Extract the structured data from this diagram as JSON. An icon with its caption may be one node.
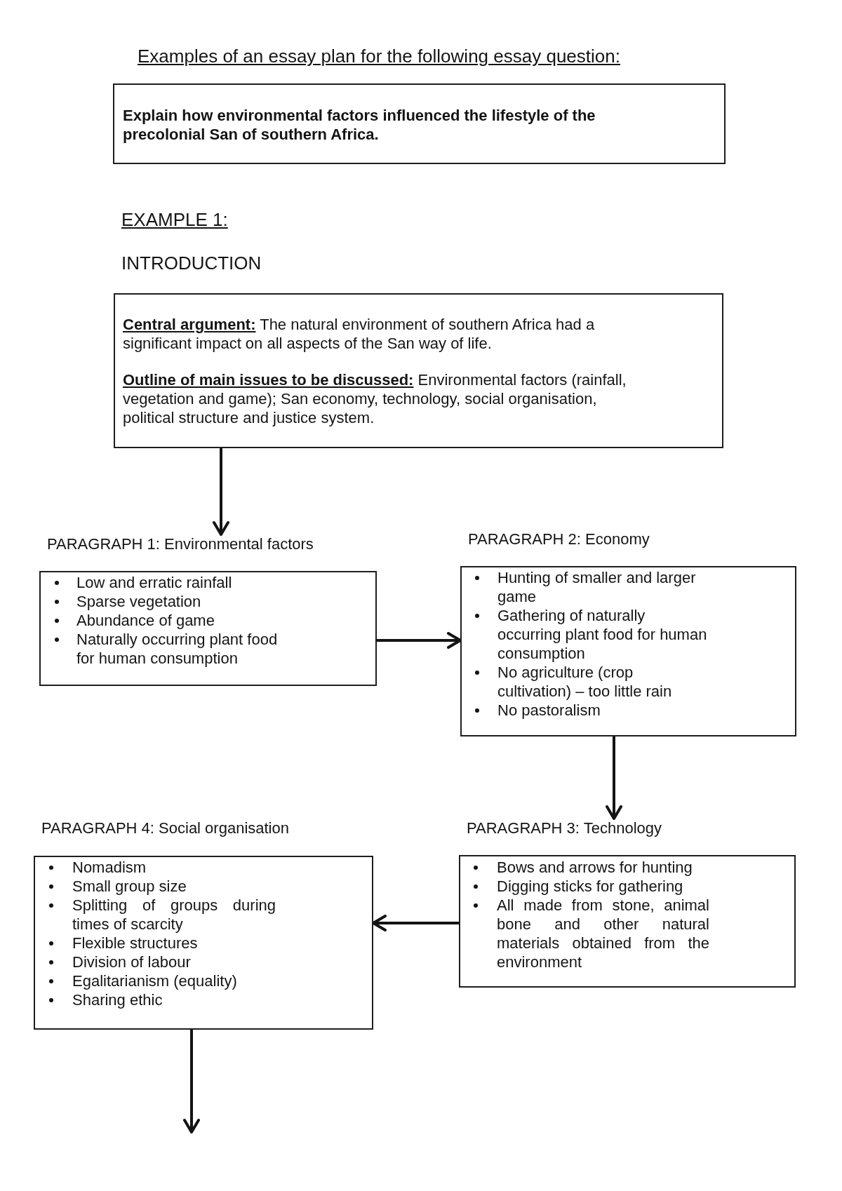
{
  "diagram": {
    "title": "Examples of an essay plan for the following essay question:",
    "nodes": [
      {
        "text": [
          "Explain how environmental factors influenced the lifestyle of the precolonial San of southern Africa."
        ]
      },
      {
        "text": [
          "INTRODUCTION",
          "**Central argument:** The natural environment of southern Africa had a significant impact on all aspects of the San way of life.",
          "**Outline of main issues to be discussed:** Environmental factors (rainfall, vegetation and game); San economy, technology, social organisation, political structure and justice system."
        ]
      },
      {
        "text": [
          "PARAGRAPH 1: Environmental factors",
          "Low and erratic rainfall",
          "Sparse vegetation",
          "Abundance of game",
          "Naturally occurring plant food for human consumption"
        ]
      },
      {
        "text": [
          "PARAGRAPH 2: Economy",
          "Hunting of smaller and larger game",
          "Gathering of naturally occurring plant food for human consumption",
          "No agriculture (crop cultivation) – too little rain",
          "No pastoralism"
        ]
      },
      {
        "text": [
          "PARAGRAPH 3: Technology",
          "Bows and arrows for hunting",
          "Digging sticks for gathering",
          "All made from stone, animal bone and other natural materials obtained from the environment"
        ]
      },
      {
        "text": [
          "PARAGRAPH 4: Social organisation",
          "Nomadism",
          "Small group size",
          "Splitting of groups during times of scarcity",
          "Flexible structures",
          "Division of labour",
          "Egalitarianism (equality)",
          "Sharing ethic"
        ]
      }
    ],
    "edges": [
      {
        "from": 1,
        "to": 2,
        "arrow": "to"
      },
      {
        "from": 2,
        "to": 3,
        "arrow": "to"
      },
      {
        "from": 3,
        "to": 4,
        "arrow": "to"
      },
      {
        "from": 4,
        "to": 5,
        "arrow": "to"
      },
      {
        "from": 5,
        "to": null,
        "arrow": "to"
      }
    ],
    "labels": [
      "EXAMPLE 1:"
    ]
  }
}
